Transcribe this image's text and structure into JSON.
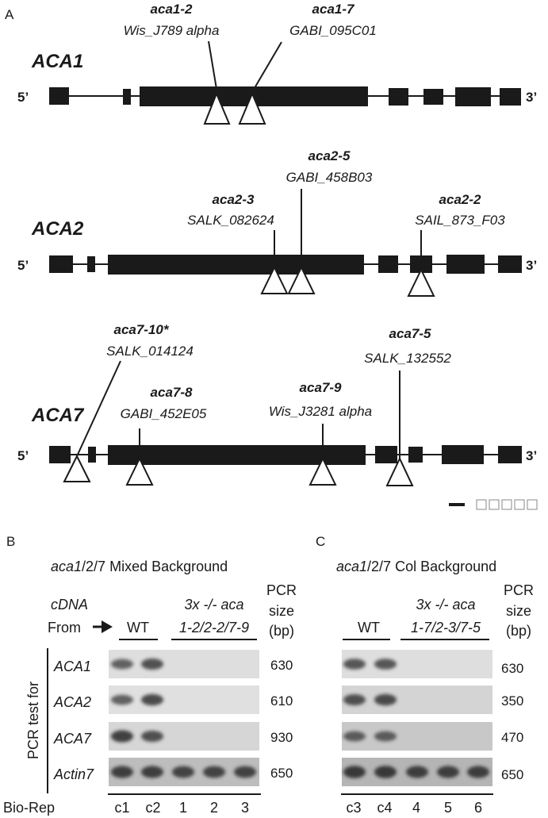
{
  "panelA": {
    "label": "A",
    "genes": [
      {
        "name": "ACA1",
        "left_end": "5’",
        "right_end": "3’",
        "insertions": [
          {
            "allele": "aca1-2",
            "line": "Wis_J789 alpha"
          },
          {
            "allele": "aca1-7",
            "line": "GABI_095C01"
          }
        ]
      },
      {
        "name": "ACA2",
        "left_end": "5’",
        "right_end": "3’",
        "insertions": [
          {
            "allele": "aca2-5",
            "line": "GABI_458B03"
          },
          {
            "allele": "aca2-3",
            "line": "SALK_082624"
          },
          {
            "allele": "aca2-2",
            "line": "SAIL_873_F03"
          }
        ]
      },
      {
        "name": "ACA7",
        "left_end": "5’",
        "right_end": "3’",
        "insertions": [
          {
            "allele": "aca7-10*",
            "line": "SALK_014124"
          },
          {
            "allele": "aca7-5",
            "line": "SALK_132552"
          },
          {
            "allele": "aca7-8",
            "line": "GABI_452E05"
          },
          {
            "allele": "aca7-9",
            "line": "Wis_J3281 alpha"
          }
        ]
      }
    ]
  },
  "panelB": {
    "label": "B",
    "title_italic": "aca1",
    "title_rest": "/2/7 Mixed Background",
    "cdna_label": "cDNA",
    "from_label": "From",
    "wt_label": "WT",
    "mutant_line1": "3x -/- aca",
    "mutant_line2": "1-2/2-2/7-9",
    "pcr_header": [
      "PCR",
      "size",
      "(bp)"
    ],
    "rows": [
      {
        "gene": "ACA1",
        "size": "630"
      },
      {
        "gene": "ACA2",
        "size": "610"
      },
      {
        "gene": "ACA7",
        "size": "930"
      },
      {
        "gene": "Actin7",
        "size": "650"
      }
    ],
    "biorep_label": "Bio-Rep",
    "lanes": [
      "c1",
      "c2",
      "1",
      "2",
      "3"
    ],
    "band_intensity": [
      [
        0.6,
        0.75,
        0,
        0,
        0
      ],
      [
        0.6,
        0.8,
        0,
        0,
        0
      ],
      [
        0.9,
        0.75,
        0,
        0,
        0
      ],
      [
        0.9,
        0.9,
        0.85,
        0.85,
        0.85
      ]
    ]
  },
  "panelC": {
    "label": "C",
    "title_italic": "aca1",
    "title_rest": "/2/7 Col Background",
    "wt_label": "WT",
    "mutant_line1": "3x -/- aca",
    "mutant_line2": "1-7/2-3/7-5",
    "pcr_header": [
      "PCR",
      "size",
      "(bp)"
    ],
    "rows": [
      {
        "gene": "ACA1",
        "size": "630"
      },
      {
        "gene": "ACA2",
        "size": "350"
      },
      {
        "gene": "ACA7",
        "size": "470"
      },
      {
        "gene": "Actin7",
        "size": "650"
      }
    ],
    "lanes": [
      "c3",
      "c4",
      "4",
      "5",
      "6"
    ],
    "band_intensity": [
      [
        0.7,
        0.7,
        0,
        0,
        0
      ],
      [
        0.75,
        0.8,
        0,
        0,
        0
      ],
      [
        0.6,
        0.6,
        0,
        0,
        0
      ],
      [
        0.95,
        0.95,
        0.9,
        0.9,
        0.9
      ]
    ]
  },
  "shared": {
    "row_group_label": "PCR test for"
  }
}
